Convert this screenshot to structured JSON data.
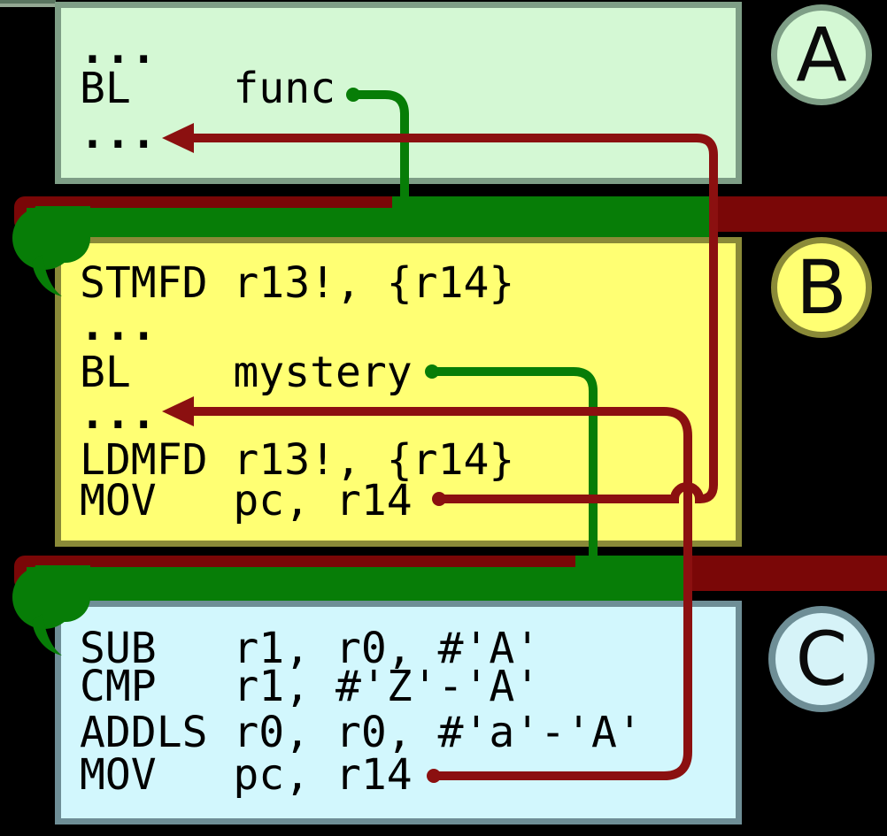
{
  "diagram_title": "ARM nested subroutine call and return flow",
  "boxes": [
    {
      "label": "A",
      "fill": "#d4f8d4",
      "border": "#7e9e86",
      "lines": [
        "...",
        "BL    func",
        "..."
      ]
    },
    {
      "label": "B",
      "fill": "#ffff73",
      "border": "#8a8a38",
      "lines": [
        "STMFD r13!, {r14}",
        "...",
        "BL    mystery",
        "...",
        "LDMFD r13!, {r14}",
        "MOV   pc, r14"
      ]
    },
    {
      "label": "C",
      "fill": "#d2f7fd",
      "border": "#6e8e96",
      "lines": [
        "SUB   r1, r0, #'A'",
        "CMP   r1, #'Z'-'A'",
        "ADDLS r0, r0, #'a'-'A'",
        "MOV   pc, r14"
      ]
    }
  ],
  "flows": {
    "call_color": "#077d07",
    "return_color": "#8b1010",
    "band_red_color": "#7a0707",
    "calls": [
      {
        "from": "BL func (box A)",
        "to": "top of box B"
      },
      {
        "from": "BL mystery (box B)",
        "to": "top of box C"
      }
    ],
    "returns": [
      {
        "from": "MOV pc, r14 (box B)",
        "to": "... after BL func (box A)"
      },
      {
        "from": "MOV pc, r14 (box C)",
        "to": "... after BL mystery (box B)"
      }
    ]
  },
  "background_color": "#000000"
}
